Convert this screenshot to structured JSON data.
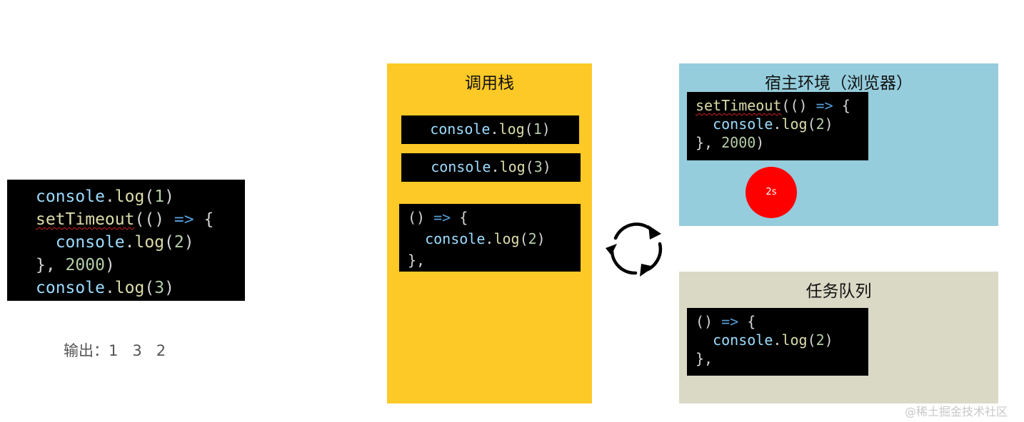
{
  "source": {
    "line1": {
      "obj": "console",
      "dot": ".",
      "fn": "log",
      "open": "(",
      "arg": "1",
      "close": ")"
    },
    "line2": {
      "fn": "setTimeout",
      "open": "((",
      "close_paren": ") ",
      "arrow": "=>",
      "brace": " {"
    },
    "line3": {
      "indent": "  ",
      "obj": "console",
      "dot": ".",
      "fn": "log",
      "open": "(",
      "arg": "2",
      "close": ")"
    },
    "line4": {
      "close": "}, ",
      "delay": "2000",
      "paren": ")"
    },
    "line5": {
      "obj": "console",
      "dot": ".",
      "fn": "log",
      "open": "(",
      "arg": "3",
      "close": ")"
    }
  },
  "output": {
    "label": "输出：",
    "values": "1   3   2"
  },
  "call_stack": {
    "title": "调用栈",
    "frame1": {
      "obj": "console",
      "dot": ".",
      "fn": "log",
      "open": "(",
      "arg": "1",
      "close": ")"
    },
    "frame2": {
      "obj": "console",
      "dot": ".",
      "fn": "log",
      "open": "(",
      "arg": "3",
      "close": ")"
    },
    "frame3": {
      "l1_paren": "() ",
      "l1_arrow": "=>",
      "l1_brace": " {",
      "l2_indent": "  ",
      "l2_obj": "console",
      "l2_dot": ".",
      "l2_fn": "log",
      "l2_open": "(",
      "l2_arg": "2",
      "l2_close": ")",
      "l3": "},"
    }
  },
  "host_env": {
    "title": "宿主环境（浏览器）",
    "code": {
      "l1_fn": "setTimeout",
      "l1_open": "((",
      "l1_close": ") ",
      "l1_arrow": "=>",
      "l1_brace": " {",
      "l2_indent": "  ",
      "l2_obj": "console",
      "l2_dot": ".",
      "l2_fn": "log",
      "l2_open": "(",
      "l2_arg": "2",
      "l2_close": ")",
      "l3_close": "}, ",
      "l3_delay": "2000",
      "l3_paren": ")"
    },
    "timer_label": "2s",
    "timer_color": "#ff0000"
  },
  "task_queue": {
    "title": "任务队列",
    "code": {
      "l1_paren": "() ",
      "l1_arrow": "=>",
      "l1_brace": " {",
      "l2_indent": "  ",
      "l2_obj": "console",
      "l2_dot": ".",
      "l2_fn": "log",
      "l2_open": "(",
      "l2_arg": "2",
      "l2_close": ")",
      "l3": "},"
    }
  },
  "event_loop": {
    "icon": "refresh-cycle-icon"
  },
  "colors": {
    "call_stack_bg": "#fcc926",
    "host_env_bg": "#95cddd",
    "task_queue_bg": "#dad9c6",
    "code_bg": "#000000"
  },
  "watermark": "@稀土掘金技术社区"
}
